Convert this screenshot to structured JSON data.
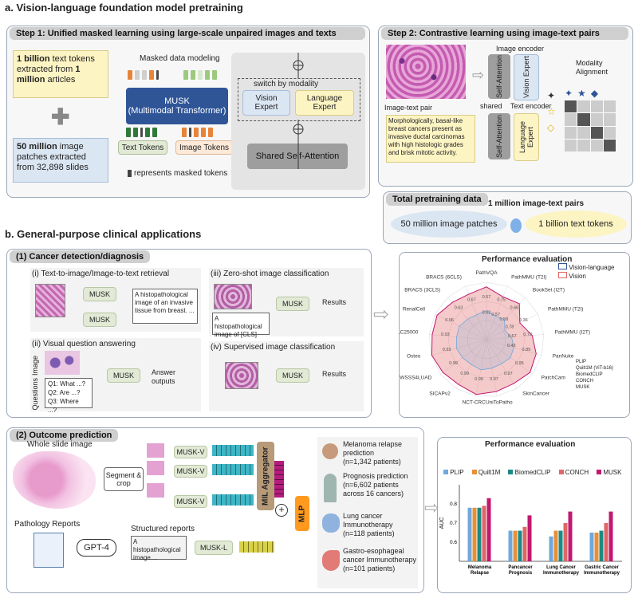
{
  "section_a": {
    "title": "a. Vision-language foundation model pretraining",
    "step1": {
      "title": "Step 1: Unified masked learning using large-scale unpaired images and texts",
      "text_tokens_box": [
        "1 billion",
        " text tokens extracted from ",
        "1 million",
        " articles"
      ],
      "image_patches_box": [
        "50 million",
        " image patches extracted from 32,898 slides"
      ],
      "masked_modeling": "Masked data modeling",
      "musk_title": "MUSK",
      "musk_sub": "(Multimodal Transformer)",
      "text_tokens_label": "Text Tokens",
      "image_tokens_label": "Image Tokens",
      "masked_note": "represents masked tokens",
      "switch_label": "switch by modality",
      "vision_expert": "Vision Expert",
      "language_expert": "Language Expert",
      "shared_attention": "Shared Self-Attention"
    },
    "step2": {
      "title": "Step 2: Contrastive learning using image-text pairs",
      "image_encoder": "Image encoder",
      "text_encoder": "Text encoder",
      "self_attention": "Self-Attention",
      "vision_expert": "Vision Expert",
      "language_expert": "Language Expert",
      "shared": "shared",
      "pair_label": "Image-text pair",
      "caption": "Morphologically, basal-like breast cancers present as invasive ductal carcinomas with high histologic grades and brisk mitotic activity.",
      "modality_alignment": "Modality Alignment"
    },
    "total": {
      "title": "Total pretraining data",
      "pairs": "1 million image-text pairs",
      "images": "50 million image patches",
      "texts": "1 billion text tokens"
    }
  },
  "section_b": {
    "title": "b. General-purpose clinical applications",
    "cancer": {
      "title": "(1) Cancer detection/diagnosis",
      "retrieval": "(i) Text-to-image/Image-to-text retrieval",
      "retrieval_text": "A histopathological image of an invasive tissue from breast. ...",
      "vqa": "(ii) Visual question answering",
      "image_label": "Image",
      "questions_label": "Questions",
      "questions": [
        "Q1: What ...?",
        "Q2: Are ...?",
        "Q3: Where ...?"
      ],
      "answer": "Answer outputs",
      "zero_shot": "(iii) Zero-shot image classification",
      "zero_shot_text": "A histopathological image of [CLS]",
      "supervised": "(iv) Supervised image classification",
      "musk": "MUSK",
      "results": "Results"
    },
    "outcome": {
      "title": "(2) Outcome prediction",
      "wsi": "Whole slide image",
      "segment": "Segment & crop",
      "musk_v": "MUSK-V",
      "mil": "MIL Aggregator",
      "mlp": "MLP",
      "reports": "Pathology Reports",
      "gpt": "GPT-4",
      "structured": "Structured reports",
      "structured_text": "A histopathological image....",
      "musk_l": "MUSK-L",
      "tasks": [
        {
          "title": "Melanoma relapse prediction",
          "detail": "(n=1,342 patients)"
        },
        {
          "title": "Prognosis prediction",
          "detail": "(n=6,602 patients across 16 cancers)"
        },
        {
          "title": "Lung cancer Immunotherapy",
          "detail": "(n=118 patients)"
        },
        {
          "title": "Gastro-esophageal cancer Immunotherapy",
          "detail": "(n=101 patients)"
        }
      ]
    },
    "radar": {
      "title": "Performance evaluation",
      "legend_types": [
        "Vision-language",
        "Vision"
      ],
      "legend_models": [
        "PLIP",
        "Quilt1M (ViT-b16)",
        "BiomedCLIP",
        "CONCH",
        "MUSK"
      ],
      "axes": [
        "PathVQA",
        "PathMMU (T2I)",
        "BookSet (I2T)",
        "PathMMU (T2I)",
        "PathMMU (I2T)",
        "PanNuke",
        "PatchCam",
        "SkinCancer",
        "UniToPatho",
        "NCT-CRC",
        "SICAPv2",
        "WSSS4LUAD",
        "Osteo",
        "LC25000",
        "RenalCell",
        "BRACS (3CLS)",
        "BRACS (6CLS)"
      ],
      "numbers": [
        "0.57",
        "0.75",
        "0.66",
        "0.36",
        "0.72",
        "0.89",
        "0.95",
        "0.97",
        "0.97",
        "0.99",
        "0.99",
        "0.99",
        "0.93",
        "0.93",
        "0.96",
        "0.63",
        "0.67",
        "0.62",
        "0.57",
        "0.58",
        "0.78",
        "0.67",
        "0.43"
      ]
    },
    "bar_chart": {
      "title": "Performance evaluation",
      "chart_data": {
        "type": "bar",
        "categories": [
          "Melanoma Relapse",
          "Pancancer Prognosis",
          "Lung Cancer Immunotherapy",
          "Gastric Cancer Immunotherapy"
        ],
        "series": [
          {
            "name": "PLIP",
            "color": "#6fa8dc",
            "values": [
              0.78,
              0.66,
              0.63,
              0.65
            ]
          },
          {
            "name": "Quilt1M",
            "color": "#e69138",
            "values": [
              0.78,
              0.66,
              0.66,
              0.65
            ]
          },
          {
            "name": "BiomedCLIP",
            "color": "#1b8a86",
            "values": [
              0.78,
              0.66,
              0.66,
              0.66
            ]
          },
          {
            "name": "CONCH",
            "color": "#e06666",
            "values": [
              0.79,
              0.68,
              0.7,
              0.7
            ]
          },
          {
            "name": "MUSK",
            "color": "#c2186f",
            "values": [
              0.83,
              0.74,
              0.76,
              0.76
            ]
          }
        ],
        "ylabel": "AUC",
        "ylim": [
          0.5,
          0.9
        ],
        "yticks": [
          "0.6",
          "0.7",
          "0.8"
        ]
      }
    }
  }
}
